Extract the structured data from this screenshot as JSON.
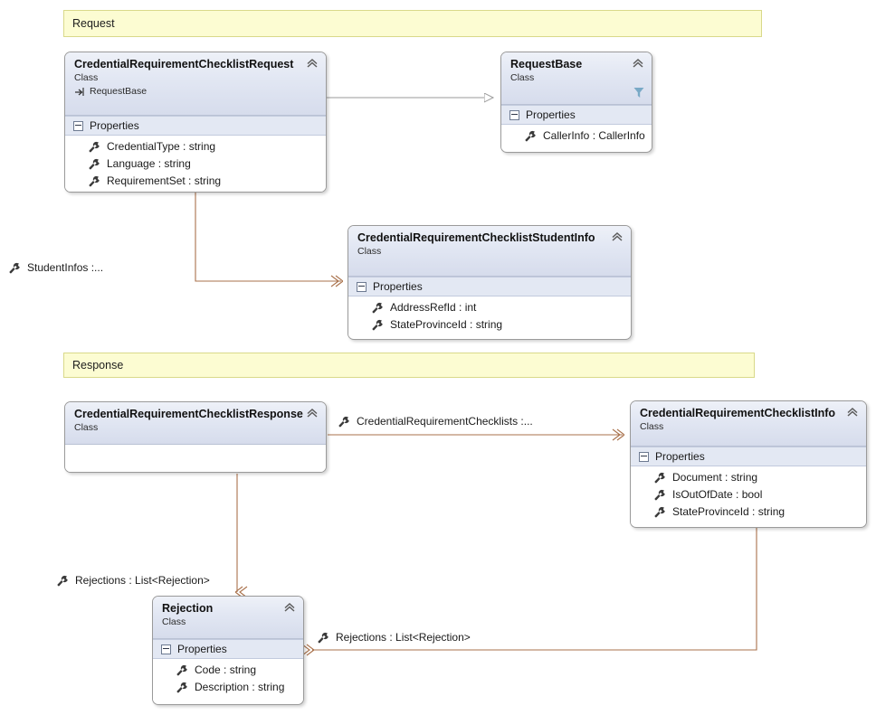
{
  "diagram": {
    "type": "uml-class-diagram",
    "background": "#ffffff",
    "accent_association": "#a9714b",
    "accent_inheritance": "#9a9a9a",
    "band_fill": "#fcfcd2",
    "band_border": "#d9d98a",
    "header_gradient_top": "#eef1f8",
    "header_gradient_bottom": "#d6dcec",
    "compartment_fill": "#e3e8f3"
  },
  "bands": [
    {
      "label": "Request"
    },
    {
      "label": "Response"
    }
  ],
  "classes": {
    "request": {
      "name": "CredentialRequirementChecklistRequest",
      "stereotype": "Class",
      "base": "RequestBase",
      "base_icon": "inheritance-arrow-icon",
      "collapse_icon": "chevron-up-icon",
      "compartment": "Properties",
      "members": [
        {
          "icon": "property-wrench-icon",
          "text": "CredentialType : string"
        },
        {
          "icon": "property-wrench-icon",
          "text": "Language : string"
        },
        {
          "icon": "property-wrench-icon",
          "text": "RequirementSet : string"
        }
      ]
    },
    "request_base": {
      "name": "RequestBase",
      "stereotype": "Class",
      "collapse_icon": "chevron-up-icon",
      "filter_icon": "funnel-filter-icon",
      "compartment": "Properties",
      "members": [
        {
          "icon": "property-wrench-icon",
          "text": "CallerInfo : CallerInfo"
        }
      ]
    },
    "student_info": {
      "name": "CredentialRequirementChecklistStudentInfo",
      "stereotype": "Class",
      "collapse_icon": "chevron-up-icon",
      "compartment": "Properties",
      "members": [
        {
          "icon": "property-wrench-icon",
          "text": "AddressRefId : int"
        },
        {
          "icon": "property-wrench-icon",
          "text": "StateProvinceId : string"
        }
      ]
    },
    "response": {
      "name": "CredentialRequirementChecklistResponse",
      "stereotype": "Class",
      "collapse_icon": "chevron-up-icon",
      "compartment": null,
      "members": []
    },
    "checklist_info": {
      "name": "CredentialRequirementChecklistInfo",
      "stereotype": "Class",
      "collapse_icon": "chevron-up-icon",
      "compartment": "Properties",
      "members": [
        {
          "icon": "property-wrench-icon",
          "text": "Document : string"
        },
        {
          "icon": "property-wrench-icon",
          "text": "IsOutOfDate : bool"
        },
        {
          "icon": "property-wrench-icon",
          "text": "StateProvinceId : string"
        }
      ]
    },
    "rejection": {
      "name": "Rejection",
      "stereotype": "Class",
      "collapse_icon": "chevron-up-icon",
      "compartment": "Properties",
      "members": [
        {
          "icon": "property-wrench-icon",
          "text": "Code : string"
        },
        {
          "icon": "property-wrench-icon",
          "text": "Description : string"
        }
      ]
    }
  },
  "edge_labels": {
    "student_infos": "StudentInfos :...",
    "checklists": "CredentialRequirementChecklists  :...",
    "rejections_from_response": "Rejections : List<Rejection>",
    "rejections_from_info": "Rejections : List<Rejection>"
  }
}
